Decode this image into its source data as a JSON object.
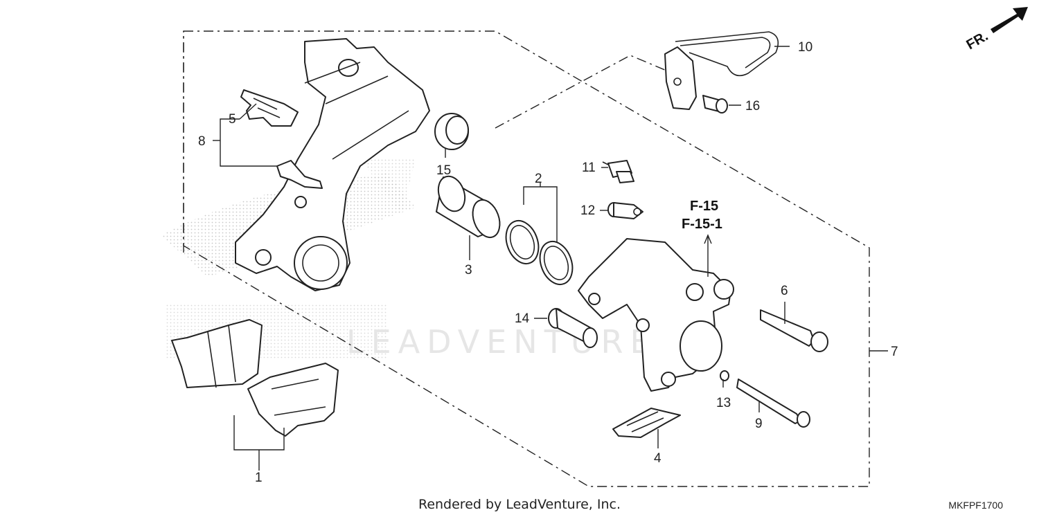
{
  "diagram": {
    "direction_label": "FR.",
    "callouts": [
      "1",
      "2",
      "3",
      "4",
      "5",
      "6",
      "7",
      "8",
      "9",
      "10",
      "11",
      "12",
      "13",
      "14",
      "15",
      "16"
    ],
    "references": [
      "F-15",
      "F-15-1"
    ],
    "watermark": "LEADVENTURE",
    "diagram_code": "MKFPF1700"
  },
  "footer": {
    "rendered_by": "Rendered by LeadVenture, Inc."
  }
}
